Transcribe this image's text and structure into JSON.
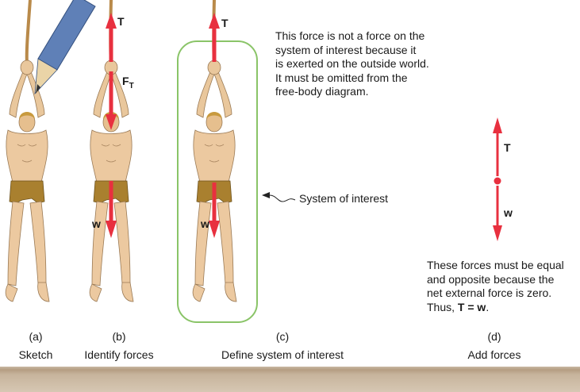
{
  "colors": {
    "force_arrow": "#e8303f",
    "system_box": "#8ac468",
    "rope": "#b98a4a",
    "skin": "#e9c79c",
    "loincloth": "#a9802f",
    "pencil_body": "#5f80b7"
  },
  "icons": [
    "pencil-icon",
    "rope-icon",
    "man-figure-icon",
    "force-arrow-icon",
    "point-mass-icon",
    "squiggle-pointer-icon"
  ],
  "panels": [
    {
      "letter": "(a)",
      "caption": "Sketch"
    },
    {
      "letter": "(b)",
      "caption": "Identify forces"
    },
    {
      "letter": "(c)",
      "caption": "Define system of interest"
    },
    {
      "letter": "(d)",
      "caption": "Add forces"
    }
  ],
  "labels": {
    "tension": "T",
    "weight": "w",
    "force_on_rope_main": "F",
    "force_on_rope_sub": "T"
  },
  "notes": {
    "outside_force": [
      "This force is not a force on the",
      "system of interest because it",
      "is exerted on the outside world.",
      "It must be omitted from the",
      "free-body diagram."
    ],
    "system_of_interest": "System of interest",
    "equal_forces_lines": [
      "These forces must be equal",
      "and opposite because the",
      "net external force is zero."
    ],
    "conclusion_prefix": "Thus, ",
    "conclusion_equation": "T = w",
    "conclusion_suffix": "."
  }
}
